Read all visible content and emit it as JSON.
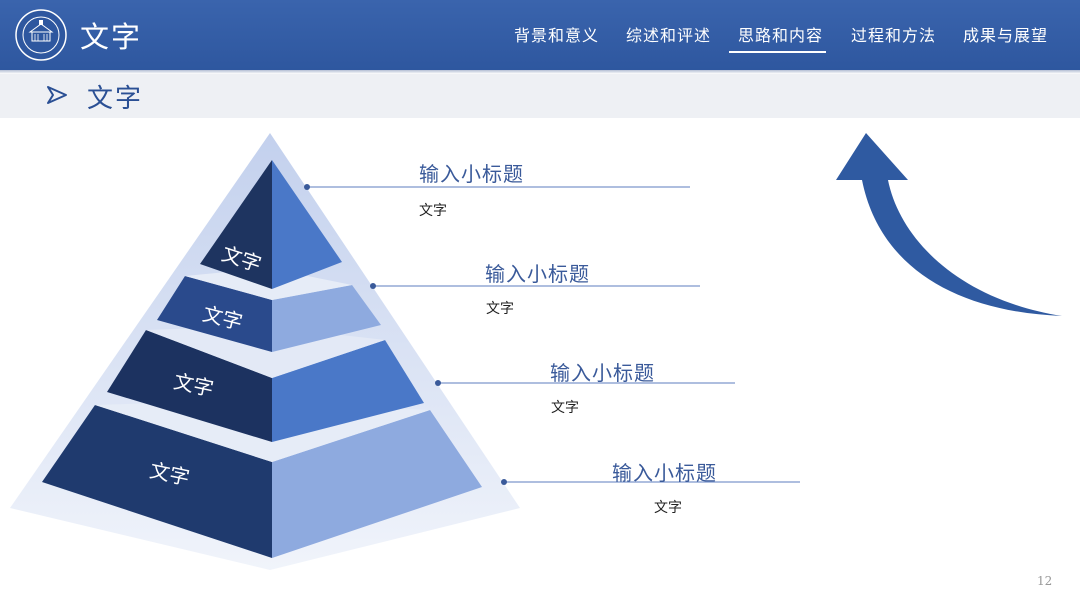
{
  "header": {
    "title": "文字",
    "nav": [
      "背景和意义",
      "综述和评述",
      "思路和内容",
      "过程和方法",
      "成果与展望"
    ],
    "active_nav": "思路和内容"
  },
  "section": {
    "title": "文字"
  },
  "pyramid": {
    "levels": [
      {
        "label": "文字",
        "title": "输入小标题",
        "text": "文字"
      },
      {
        "label": "文字",
        "title": "输入小标题",
        "text": "文字"
      },
      {
        "label": "文字",
        "title": "输入小标题",
        "text": "文字"
      },
      {
        "label": "文字",
        "title": "输入小标题",
        "text": "文字"
      }
    ]
  },
  "page_number": "12",
  "colors": {
    "header": "#2e579f",
    "dark_navy": "#1e3460",
    "mid_blue": "#4a78c8",
    "light_blue": "#8aa8dc",
    "arrow": "#2f5aa1"
  }
}
